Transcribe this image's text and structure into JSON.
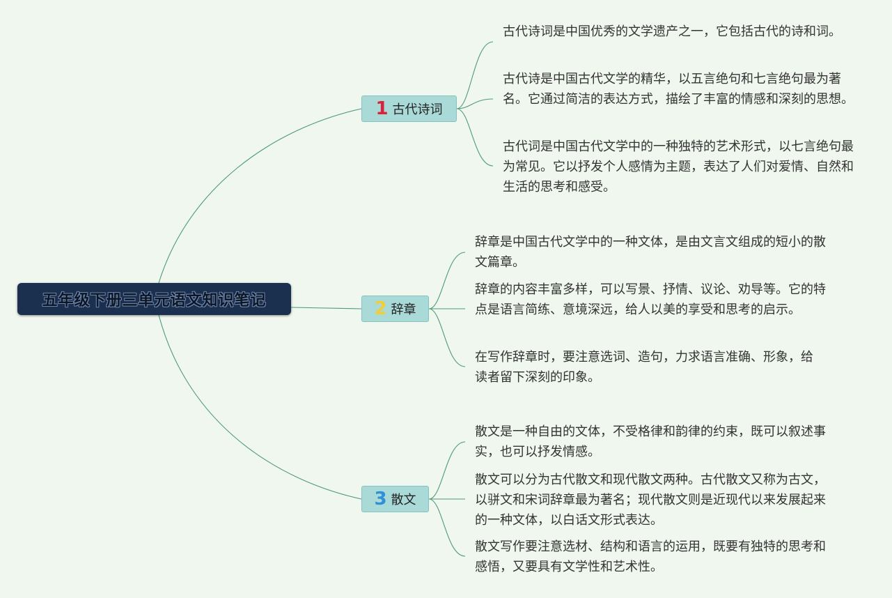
{
  "root": {
    "title": "五年级下册三单元语文知识笔记"
  },
  "colors": {
    "background": "#eff7ee",
    "root_fill": "#1b2f4f",
    "branch_fill": "#a9dad8",
    "line": "#4f9a78"
  },
  "branches": [
    {
      "number": "1",
      "number_color": "#d8243a",
      "label": "古代诗词",
      "leaves": [
        "古代诗词是中国优秀的文学遗产之一，它包括古代的诗和词。",
        "古代诗是中国古代文学的精华，以五言绝句和七言绝句最为著名。它通过简洁的表达方式，描绘了丰富的情感和深刻的思想。",
        "古代词是中国古代文学中的一种独特的艺术形式，以七言绝句最为常见。它以抒发个人感情为主题，表达了人们对爱情、自然和生活的思考和感受。"
      ]
    },
    {
      "number": "2",
      "number_color": "#f0cd3a",
      "label": "辞章",
      "leaves": [
        "辞章是中国古代文学中的一种文体，是由文言文组成的短小的散文篇章。",
        "辞章的内容丰富多样，可以写景、抒情、议论、劝导等。它的特点是语言简练、意境深远，给人以美的享受和思考的启示。",
        "在写作辞章时，要注意选词、造句，力求语言准确、形象，给读者留下深刻的印象。"
      ]
    },
    {
      "number": "3",
      "number_color": "#2f8fd8",
      "label": "散文",
      "leaves": [
        "散文是一种自由的文体，不受格律和韵律的约束，既可以叙述事实，也可以抒发情感。",
        "散文可以分为古代散文和现代散文两种。古代散文又称为古文，以骈文和宋词辞章最为著名；现代散文则是近现代以来发展起来的一种文体，以白话文形式表达。",
        "散文写作要注意选材、结构和语言的运用，既要有独特的思考和感悟，又要具有文学性和艺术性。"
      ]
    }
  ]
}
